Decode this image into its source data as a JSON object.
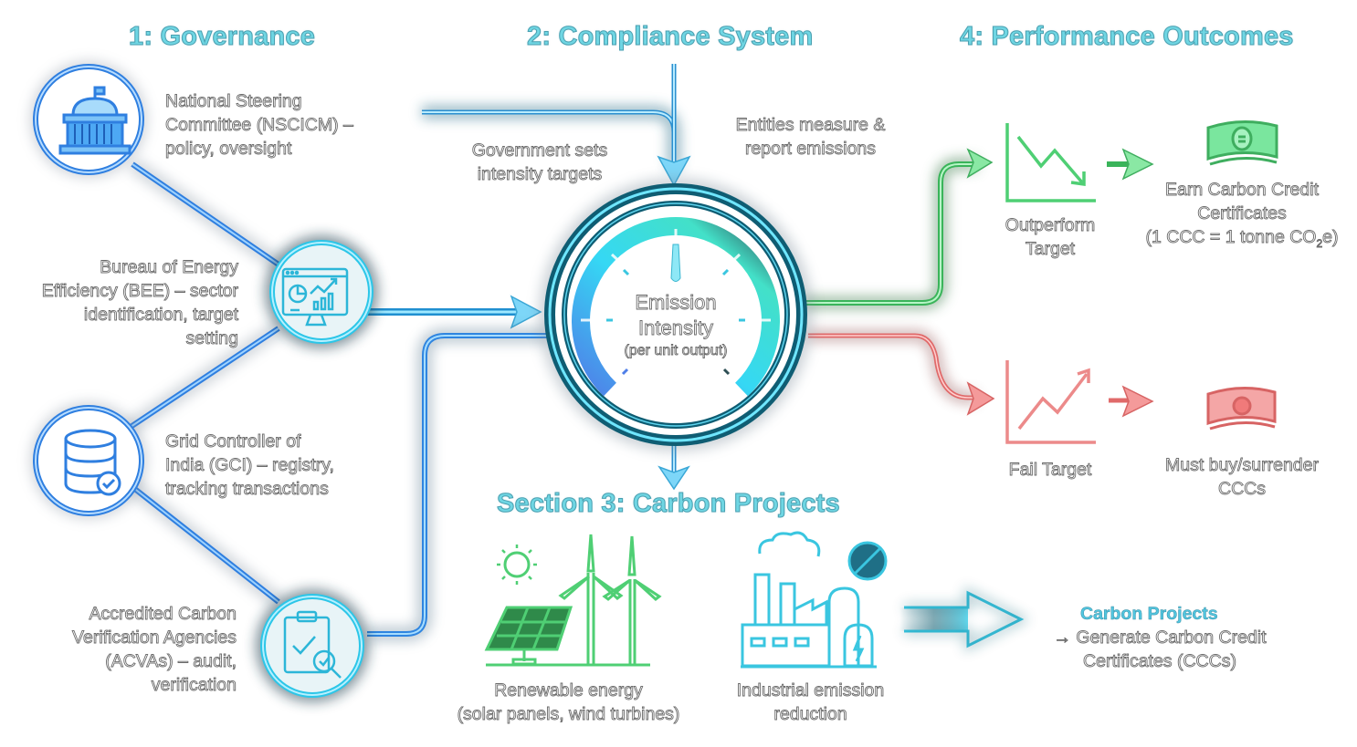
{
  "sections": {
    "governance": {
      "title": "1: Governance",
      "nodes": [
        {
          "icon": "government-building-icon",
          "line1": "National Steering",
          "line2": "Committee (NSCICM) –",
          "line3": "policy, oversight"
        },
        {
          "icon": "analytics-monitor-icon",
          "line1": "Bureau of Energy",
          "line2": "Efficiency (BEE) – sector",
          "line3": "identification, target",
          "line4": "setting"
        },
        {
          "icon": "database-check-icon",
          "line1": "Grid Controller of",
          "line2": "India (GCI) – registry,",
          "line3": "tracking transactions"
        },
        {
          "icon": "clipboard-audit-icon",
          "line1": "Accredited Carbon",
          "line2": "Verification Agencies",
          "line3": "(ACVAs) – audit,",
          "line4": "verification"
        }
      ]
    },
    "compliance": {
      "title": "2: Compliance System",
      "left_note": {
        "line1": "Government sets",
        "line2": "intensity targets"
      },
      "right_note": {
        "line1": "Entities measure &",
        "line2": "report emissions"
      },
      "gauge": {
        "line1": "Emission",
        "line2": "Intensity",
        "line3": "(per unit output)"
      }
    },
    "projects": {
      "title": "Section 3: Carbon Projects",
      "items": [
        {
          "icon": "renewable-energy-icon",
          "line1": "Renewable energy",
          "line2": "(solar panels, wind turbines)"
        },
        {
          "icon": "factory-emission-icon",
          "line1": "Industrial emission",
          "line2": "reduction"
        }
      ],
      "result": {
        "title": "Carbon Projects",
        "line1": "→ Generate Carbon Credit",
        "line2": "Certificates (CCCs)"
      }
    },
    "outcomes": {
      "title": "4: Performance Outcomes",
      "success": {
        "label_line1": "Outperform",
        "label_line2": "Target",
        "result_line1": "Earn Carbon Credit",
        "result_line2": "Certificates",
        "result_line3_pre": "(1 CCC = 1 tonne CO",
        "result_line3_sub": "2",
        "result_line3_post": "e)"
      },
      "failure": {
        "label": "Fail Target",
        "result_line1": "Must buy/surrender",
        "result_line2": "CCCs"
      }
    }
  },
  "colors": {
    "title": "#6fd6e3",
    "governance_blue": "#4aa3f0",
    "cyan": "#3fd3ee",
    "success_green": "#5fdc84",
    "failure_red": "#f08a8a",
    "dark_teal": "#0f5d73"
  }
}
